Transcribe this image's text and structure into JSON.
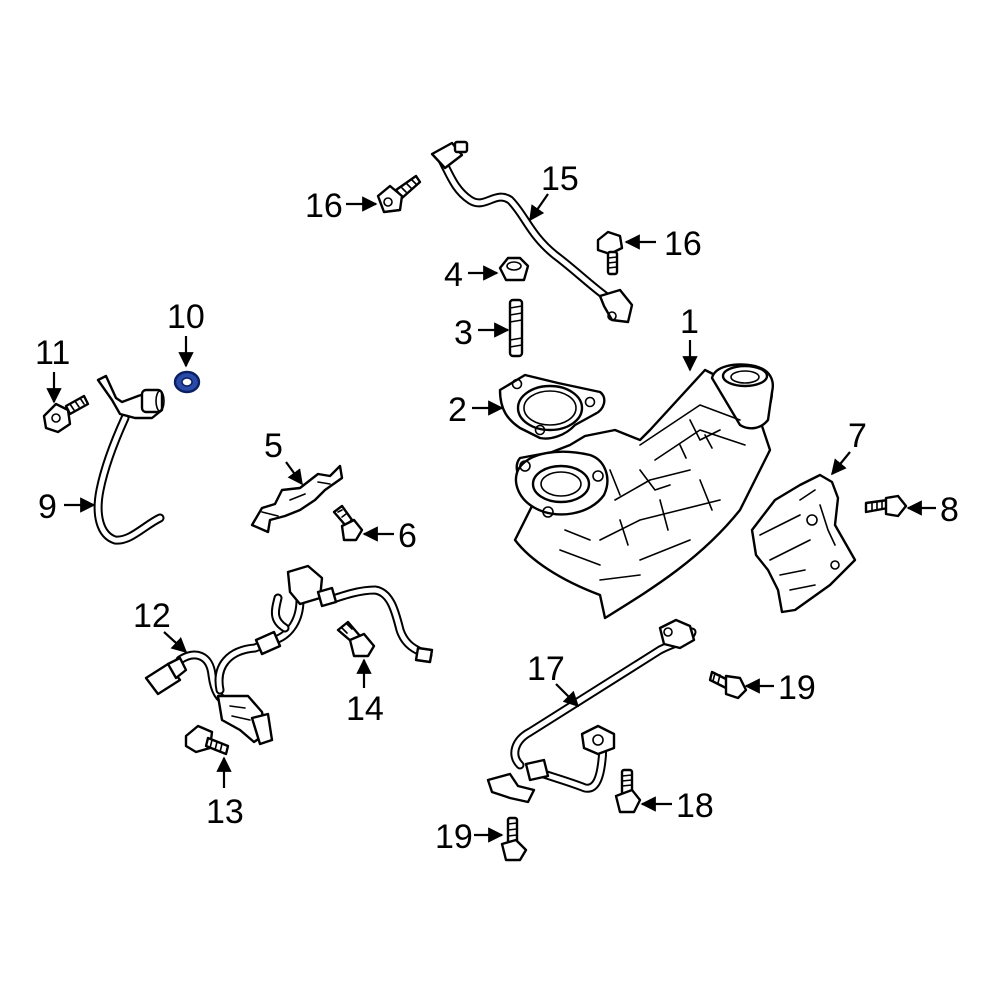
{
  "callouts": {
    "c1": "1",
    "c2": "2",
    "c3": "3",
    "c4": "4",
    "c5": "5",
    "c6": "6",
    "c7": "7",
    "c8": "8",
    "c9": "9",
    "c10": "10",
    "c11": "11",
    "c12": "12",
    "c13": "13",
    "c14": "14",
    "c15": "15",
    "c16a": "16",
    "c16b": "16",
    "c17": "17",
    "c18": "18",
    "c19a": "19",
    "c19b": "19"
  },
  "colors": {
    "line": "#000000",
    "background": "#ffffff",
    "highlight_fill": "#2a4aa8",
    "highlight_stroke": "#0b1f63"
  },
  "highlighted_part": "10"
}
